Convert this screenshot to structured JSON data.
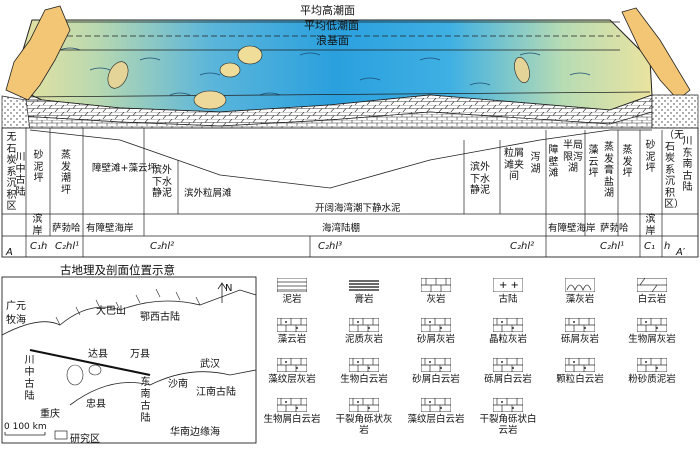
{
  "levels": {
    "mean_high_tide": "平均高潮面",
    "mean_low_tide": "平均低潮面",
    "wave_base": "浪基面"
  },
  "facies_labels": {
    "left_edge": "无石炭系沉积区",
    "left_paleoland": "川中古陆",
    "sand_mud_flat_l": "砂泥坪",
    "evaporite_flat_l": "蒸发潮坪",
    "barrier_beach_l": "障壁滩+藻云坪",
    "subtidal_quiet_l": "滨外下水静泥",
    "outer_debris_beach": "滨外粒屑滩",
    "open_bay": "开阔海湾潮下静水泥",
    "subtidal_quiet_r": "滨外下水静泥",
    "grain_shoal": "粒屑滩夹间",
    "lagoon": "泻湖",
    "barrier_beach_r": "障壁滩",
    "semi_restricted": "半局限泻湖",
    "algal_flat_r": "藻云坪",
    "salt_lake": "蒸发膏盐湖",
    "evaporite_flat_r": "蒸发坪",
    "sand_mud_flat_r": "砂泥坪",
    "right_edge": "（无石炭系沉积区）",
    "right_paleoland": "川东南古陆"
  },
  "zones": {
    "coast_l": "滨岸",
    "sabkha_l": "萨勃哈",
    "barrier_coast_l": "有障壁海岸",
    "bay_shelf": "海湾陆棚",
    "barrier_coast_r": "有障壁海岸",
    "sabkha_r": "萨勃哈",
    "coast_r": "滨岸"
  },
  "formations": {
    "c1h_l": "C₁h",
    "c2hl1_l": "C₂hl¹",
    "c2hl2_l": "C₂hl²",
    "c2hl3": "C₂hl³",
    "c2hl2_r": "C₂hl²",
    "c2hl1_r": "C₂hl¹",
    "c1_r": "C₁",
    "h_r": "h",
    "point_a": "A",
    "point_a_prime": "A′"
  },
  "map": {
    "title": "古地理及剖面位置示意",
    "north": "N",
    "guangyuan": "广元",
    "muhai": "牧海",
    "dabashan": "大巴山",
    "exi": "鄂西古陆",
    "dazhou": "达县",
    "wanxian": "万县",
    "wuhan": "武汉",
    "chuanzhong": "川中古陆",
    "chongqing": "重庆",
    "zhongxian": "忠县",
    "shanan": "沙南",
    "dongnan": "东南古陆",
    "jiangnan": "江南古陆",
    "huanan": "华南边缘海",
    "scale": "0  100 km",
    "study_area": "研究区"
  },
  "legend": [
    {
      "key": "mudstone",
      "label": "泥岩"
    },
    {
      "key": "gypsum",
      "label": "膏岩"
    },
    {
      "key": "limestone",
      "label": "灰岩"
    },
    {
      "key": "paleoland",
      "label": "古陆"
    },
    {
      "key": "algal_limestone",
      "label": "藻灰岩"
    },
    {
      "key": "dolomite",
      "label": "白云岩"
    },
    {
      "key": "algal_dolomite",
      "label": "藻云岩"
    },
    {
      "key": "muddy_limestone",
      "label": "泥质灰岩"
    },
    {
      "key": "bioclastic_limestone",
      "label": "砂屑灰岩"
    },
    {
      "key": "crystalline_limestone",
      "label": "晶粒灰岩"
    },
    {
      "key": "rudstone",
      "label": "砾屑灰岩"
    },
    {
      "key": "bio_limestone",
      "label": "生物屑灰岩"
    },
    {
      "key": "algal_lam_limestone",
      "label": "藻纹层灰岩"
    },
    {
      "key": "bio_dolomite",
      "label": "生物白云岩"
    },
    {
      "key": "sand_dolomite",
      "label": "砂屑白云岩"
    },
    {
      "key": "rud_dolomite",
      "label": "砾屑白云岩"
    },
    {
      "key": "grain_dolomite",
      "label": "颗粒白云岩"
    },
    {
      "key": "silty_mud_dolomite",
      "label": "粉砂质泥岩"
    },
    {
      "key": "bio_clast_dolomite",
      "label": "生物屑白云岩"
    },
    {
      "key": "breccia_limestone",
      "label": "干裂角砾状灰岩"
    },
    {
      "key": "algal_lam_dolomite",
      "label": "藻纹层白云岩"
    },
    {
      "key": "breccia_dolomite",
      "label": "干裂角砾状白云岩"
    }
  ]
}
